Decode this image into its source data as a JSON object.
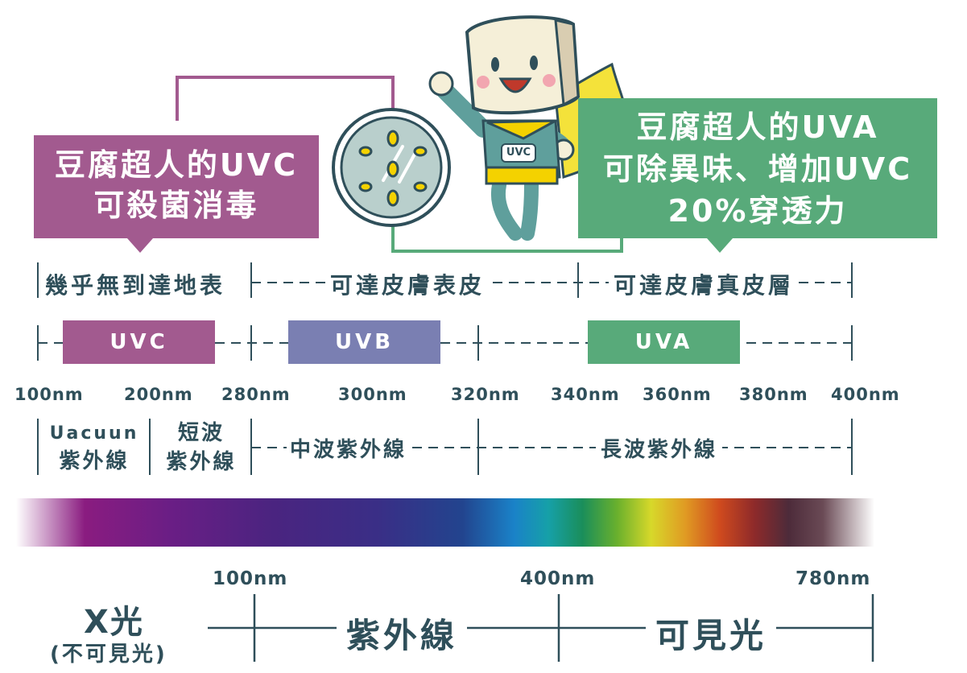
{
  "callouts": {
    "uvc_line1": "豆腐超人的UVC",
    "uvc_line2": "可殺菌消毒",
    "uva_line1": "豆腐超人的UVA",
    "uva_line2": "可除異味、增加UVC",
    "uva_line3": "20%穿透力"
  },
  "mascot": {
    "badge": "UVC"
  },
  "penetration": {
    "surface": "幾乎無到達地表",
    "epidermis": "可達皮膚表皮",
    "dermis": "可達皮膚真皮層"
  },
  "bands": {
    "uvc": "UVC",
    "uvb": "UVB",
    "uva": "UVA"
  },
  "wavelengths": [
    "100nm",
    "200nm",
    "280nm",
    "300nm",
    "320nm",
    "340nm",
    "360nm",
    "380nm",
    "400nm"
  ],
  "wave_types": {
    "vacuum_1": "Uacuun",
    "vacuum_2": "紫外線",
    "short_1": "短波",
    "short_2": "紫外線",
    "medium": "中波紫外線",
    "long": "長波紫外線"
  },
  "spectrum": {
    "ticks": [
      "100nm",
      "400nm",
      "780nm"
    ],
    "xray_1": "X光",
    "xray_2": "(不可見光)",
    "uv": "紫外線",
    "visible": "可見光"
  },
  "colors": {
    "uvc": "#a25a8f",
    "uvb": "#7a7fb2",
    "uva": "#58aa7a",
    "text": "#2f4f5a"
  }
}
